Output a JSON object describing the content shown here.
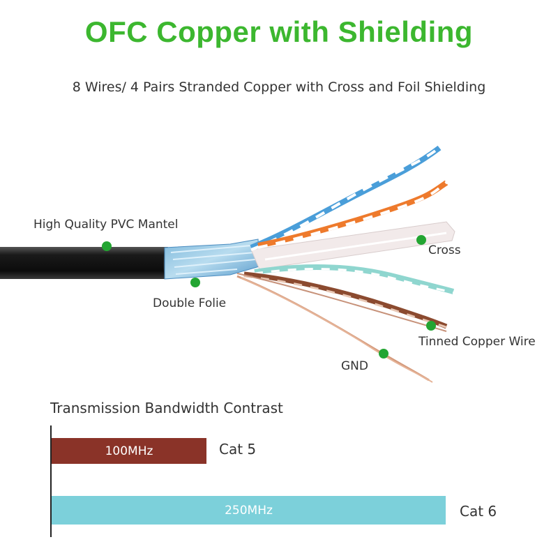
{
  "title": "OFC Copper with Shielding",
  "subtitle": "8 Wires/ 4 Pairs Stranded Copper with Cross and Foil Shielding",
  "labels": {
    "pvc": "High Quality PVC Mantel",
    "cross": "Cross",
    "folie": "Double Folie",
    "tinned": "Tinned Copper Wire",
    "gnd": "GND"
  },
  "colors": {
    "title_green": "#3cb72f",
    "dot_green": "#23a532",
    "cat5_bar": "#8a3328",
    "cat6_bar": "#7cd0da"
  },
  "bandwidth": {
    "title": "Transmission Bandwidth Contrast",
    "items": [
      {
        "bar_label": "100MHz",
        "name": "Cat 5",
        "value_mhz": 100
      },
      {
        "bar_label": "250MHz",
        "name": "Cat 6",
        "value_mhz": 250
      }
    ]
  }
}
